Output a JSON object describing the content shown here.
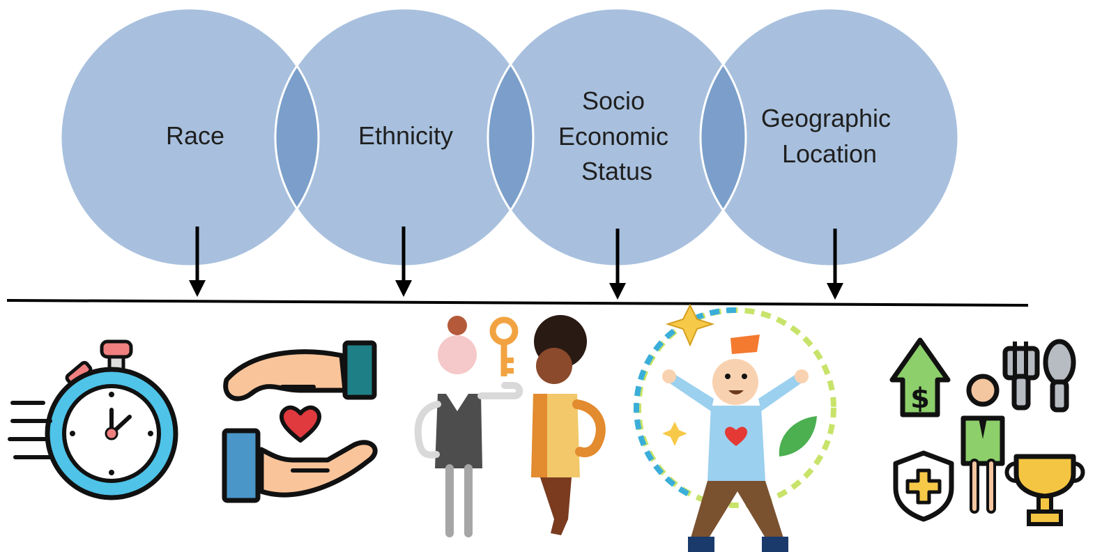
{
  "diagram": {
    "circles": [
      {
        "id": "race",
        "lines": [
          "Race"
        ]
      },
      {
        "id": "ethnicity",
        "lines": [
          "Ethnicity"
        ]
      },
      {
        "id": "ses",
        "lines": [
          "Socio",
          "Economic",
          "Status"
        ]
      },
      {
        "id": "geo",
        "lines": [
          "Geographic",
          "Location"
        ]
      }
    ],
    "colors": {
      "circle_fill": "#a8c0de",
      "overlap_fill": "#7b9fca",
      "circle_stroke": "#ffffff",
      "arrow": "#000000",
      "baseline": "#000000"
    },
    "icons": [
      {
        "name": "stopwatch-icon"
      },
      {
        "name": "caring-hands-heart-icon"
      },
      {
        "name": "two-people-key-icon"
      },
      {
        "name": "happy-person-icon"
      },
      {
        "name": "wellbeing-factors-icon"
      }
    ]
  }
}
